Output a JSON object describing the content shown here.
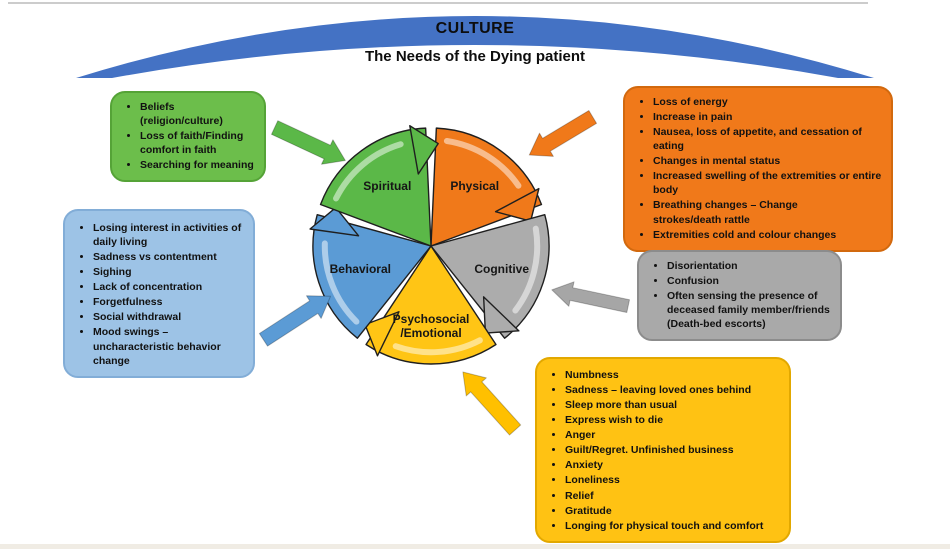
{
  "banner": {
    "title": "CULTURE",
    "subtitle": "The Needs of the Dying patient",
    "arc_color": "#4472C4"
  },
  "wheel": {
    "label_color": "#161616",
    "segments": [
      {
        "id": "physical",
        "label": "Physical",
        "color": "#F0791A"
      },
      {
        "id": "cognitive",
        "label": "Cognitive",
        "color": "#ACACAC"
      },
      {
        "id": "psychosocial",
        "label": "Psychosocial\n/Emotional",
        "color": "#FFC515"
      },
      {
        "id": "behavioral",
        "label": "Behavioral",
        "color": "#5B9BD5"
      },
      {
        "id": "spiritual",
        "label": "Spiritual",
        "color": "#5BB848"
      }
    ]
  },
  "callouts": [
    {
      "id": "spiritual",
      "box_color": "#6CBE4B",
      "border_color": "#55a337",
      "arrow_color": "#5BB848",
      "items": [
        "Beliefs (religion/culture)",
        "Loss of faith/Finding comfort in faith",
        "Searching for meaning"
      ]
    },
    {
      "id": "physical",
      "box_color": "#F0791A",
      "border_color": "#d2690e",
      "arrow_color": "#F0791A",
      "items": [
        "Loss of energy",
        "Increase in pain",
        "Nausea, loss of appetite, and cessation of eating",
        "Changes in mental status",
        "Increased swelling of the extremities or entire body",
        "Breathing changes – Change\nstrokes/death rattle",
        "Extremities cold and colour changes"
      ]
    },
    {
      "id": "cognitive",
      "box_color": "#A9A9A9",
      "border_color": "#8c8c8c",
      "arrow_color": "#A6A6A6",
      "items": [
        "Disorientation",
        "Confusion",
        "Often sensing the presence of deceased family member/friends (Death-bed escorts)"
      ]
    },
    {
      "id": "behavioral",
      "box_color": "#9DC3E6",
      "border_color": "#82add7",
      "arrow_color": "#5B9BD5",
      "items": [
        "Losing interest in activities of daily living",
        "Sadness vs contentment",
        "Sighing",
        "Lack of concentration",
        "Forgetfulness",
        "Social withdrawal",
        "Mood swings – uncharacteristic behavior change"
      ]
    },
    {
      "id": "psychosocial",
      "box_color": "#FFC213",
      "border_color": "#e2a800",
      "arrow_color": "#FFC000",
      "items": [
        "Numbness",
        "Sadness – leaving loved ones behind",
        "Sleep more than usual",
        "Express wish to die",
        "Anger",
        "Guilt/Regret. Unfinished business",
        "Anxiety",
        "Loneliness",
        "Relief",
        "Gratitude",
        "Longing for physical touch and comfort"
      ]
    }
  ]
}
